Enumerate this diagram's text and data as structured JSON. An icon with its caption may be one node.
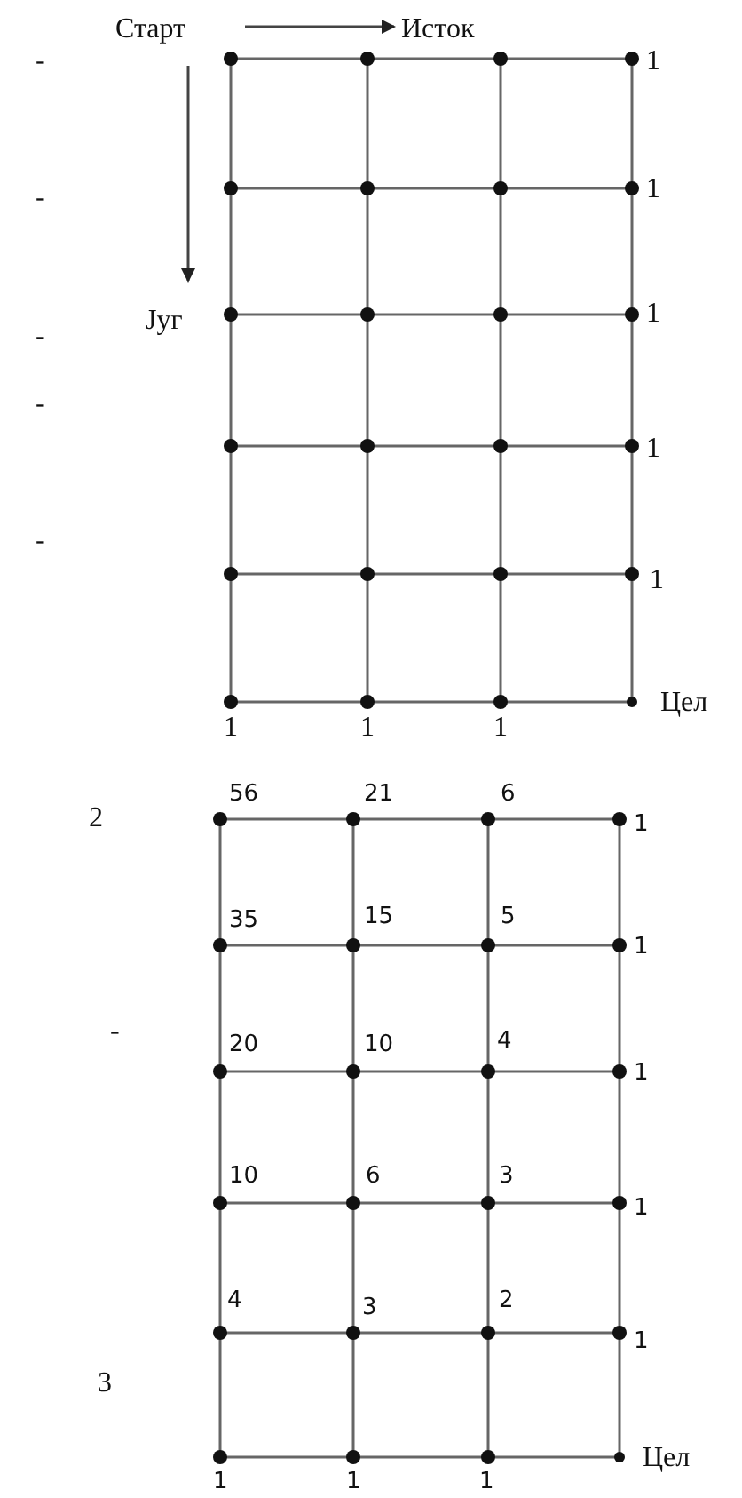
{
  "diagram": {
    "labels": [
      "Старт",
      "Исток",
      "-",
      "1",
      "-",
      "1",
      "Југ",
      "1",
      "-",
      "-",
      "1",
      "-",
      "1",
      "1",
      "1",
      "1",
      "Цел",
      "2",
      "56",
      "21",
      "6",
      "1",
      "35",
      "15",
      "5",
      "1",
      "-",
      "20",
      "10",
      "4",
      "1",
      "10",
      "6",
      "3",
      "1",
      "4",
      "3",
      "2",
      "1",
      "3",
      "1",
      "1",
      "1",
      "Цел"
    ]
  }
}
